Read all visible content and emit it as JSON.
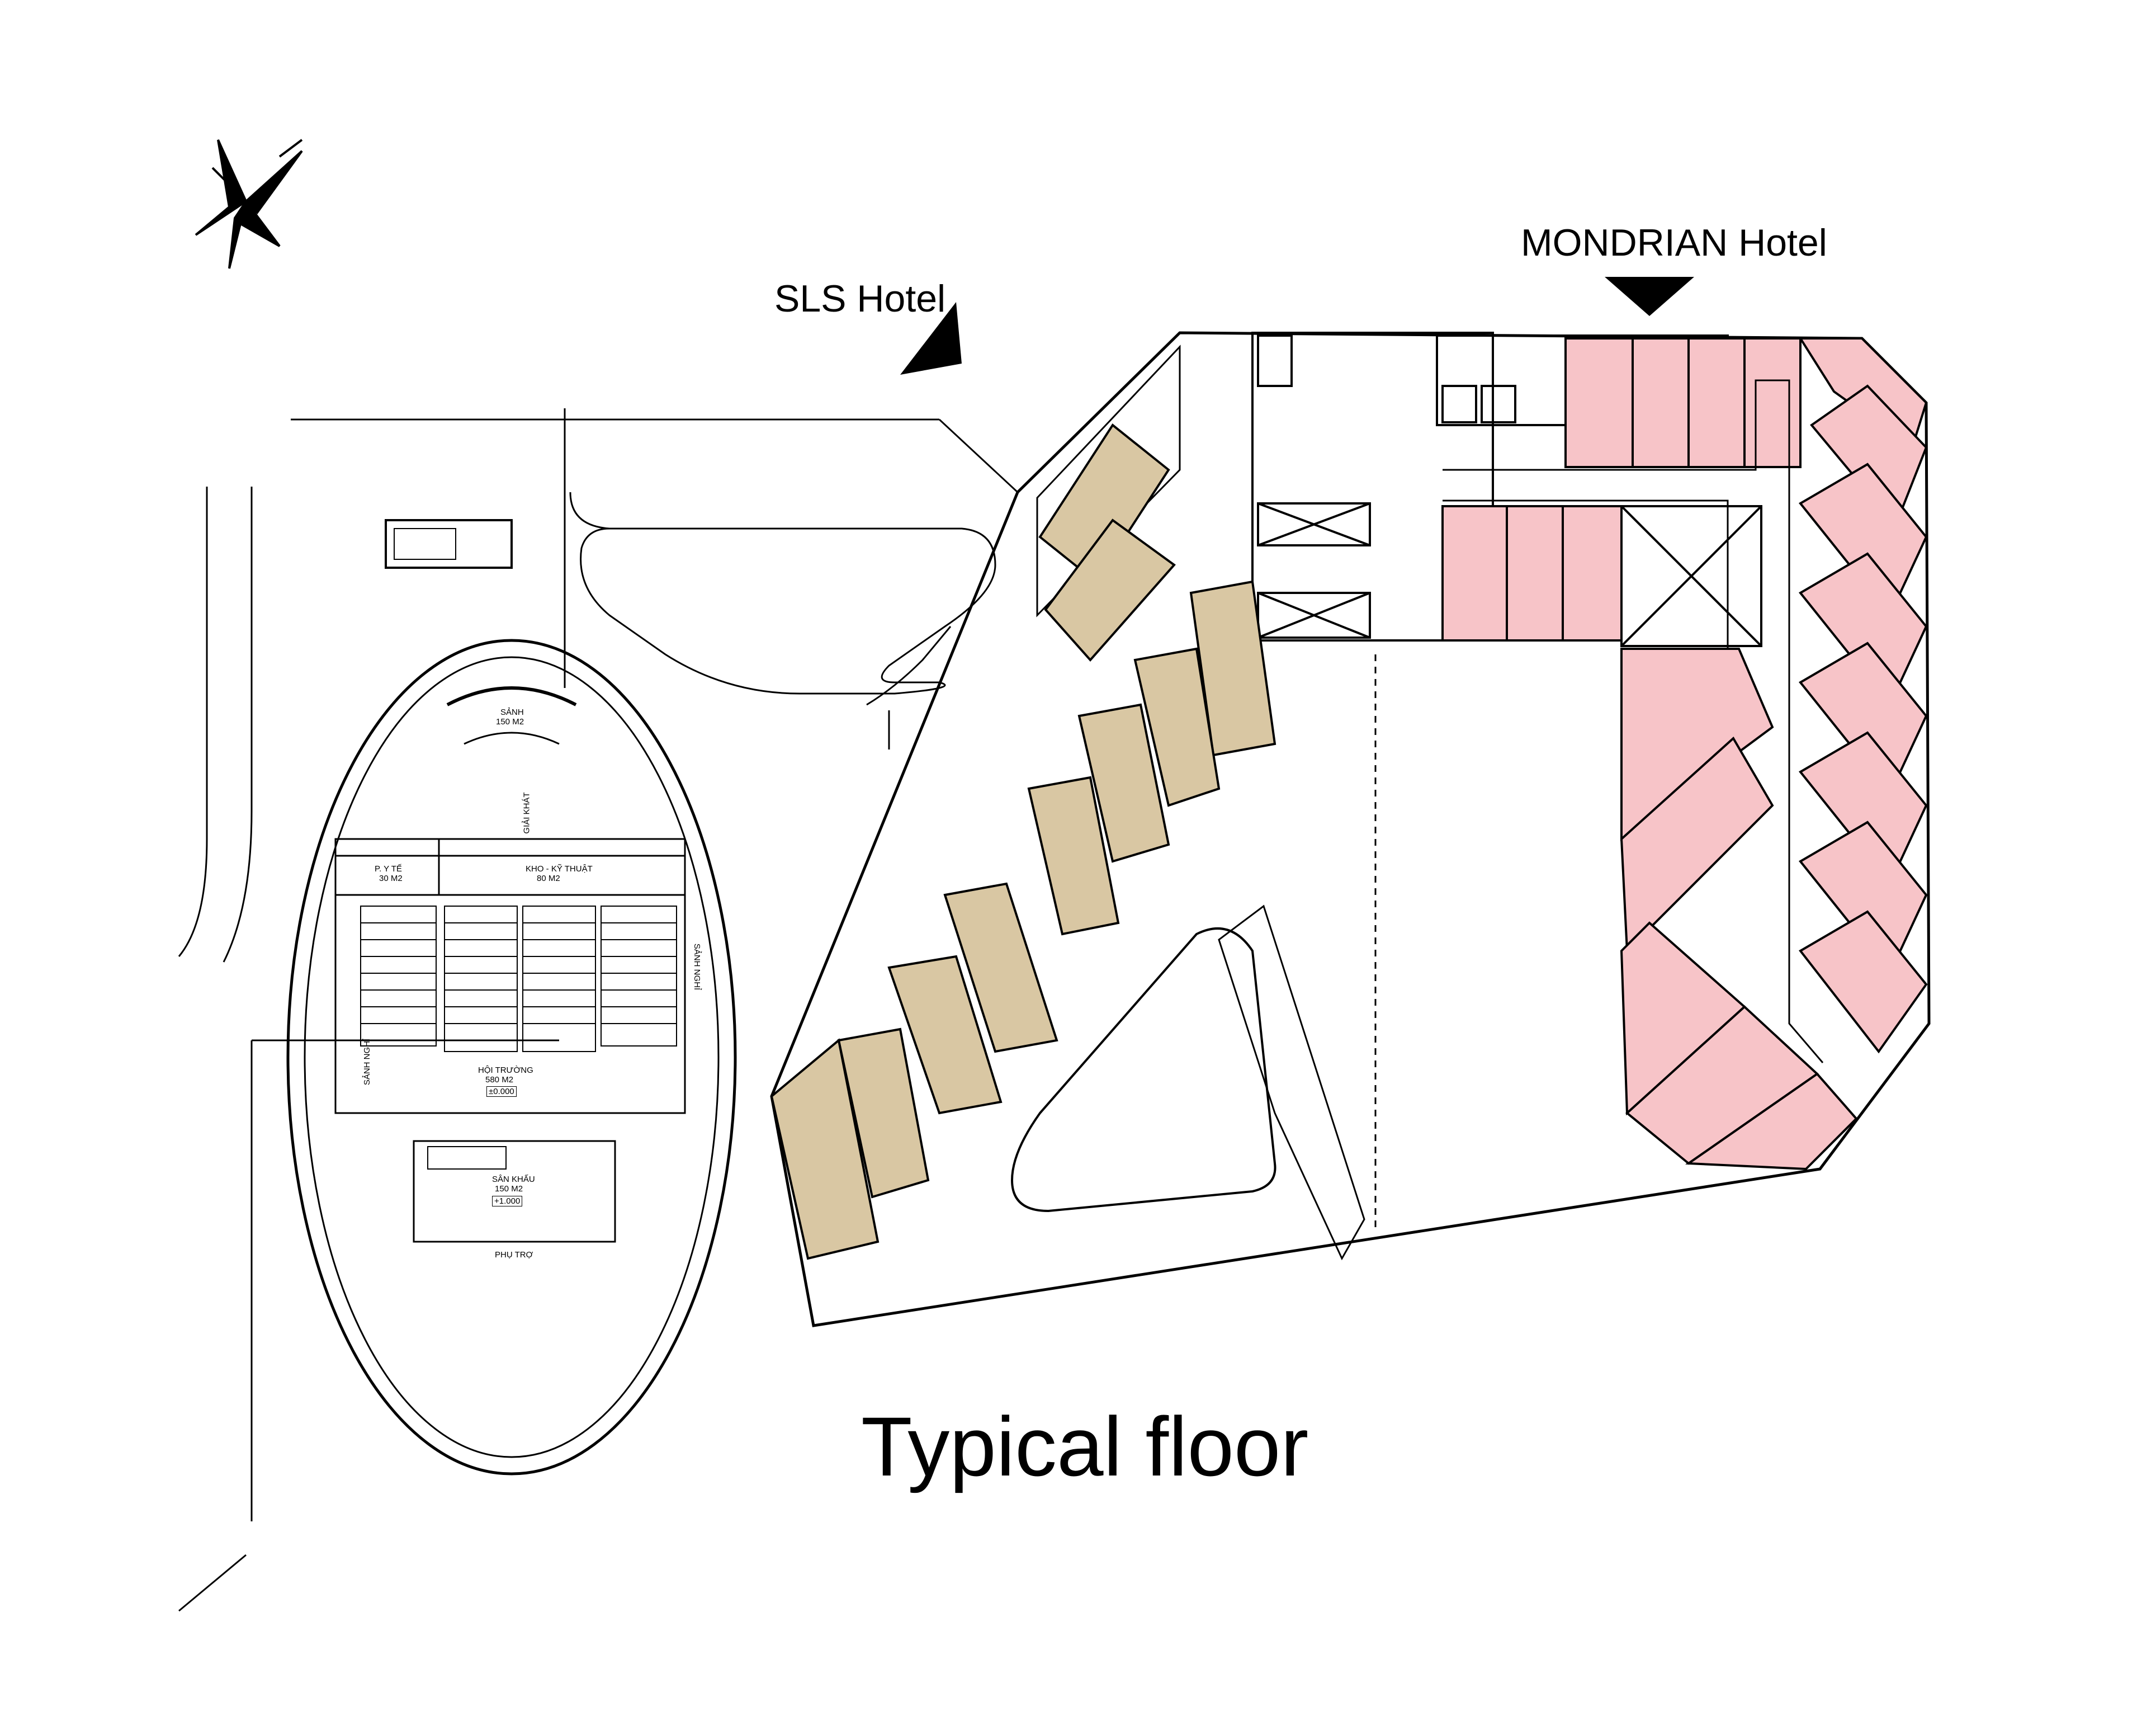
{
  "title": "Typical floor",
  "hotels": {
    "sls": "SLS Hotel",
    "mondrian": "MONDRIAN Hotel"
  },
  "auditorium": {
    "lobby": "SẢNH",
    "lobby_area": "150 M2",
    "refreshment": "GIẢI KHÁT",
    "medical": "P. Y TẾ",
    "medical_area": "30 M2",
    "storage": "KHO - KỸ THUẬT",
    "storage_area": "80 M2",
    "hall": "HỘI TRƯỜNG",
    "hall_area": "580 M2",
    "hall_level": "±0.000",
    "rest_left": "SẢNH NGHỈ",
    "rest_right": "SẢNH NGHỈ",
    "stage": "SÂN KHẤU",
    "stage_area": "150 M2",
    "stage_level": "+1.000",
    "aux": "PHỤ TRỢ"
  },
  "colors": {
    "sls_rooms": "#d9c7a3",
    "mondrian_rooms": "#f7c4c8",
    "line": "#000000"
  },
  "icons": [
    "north-arrow-icon",
    "entrance-arrow-icon"
  ]
}
